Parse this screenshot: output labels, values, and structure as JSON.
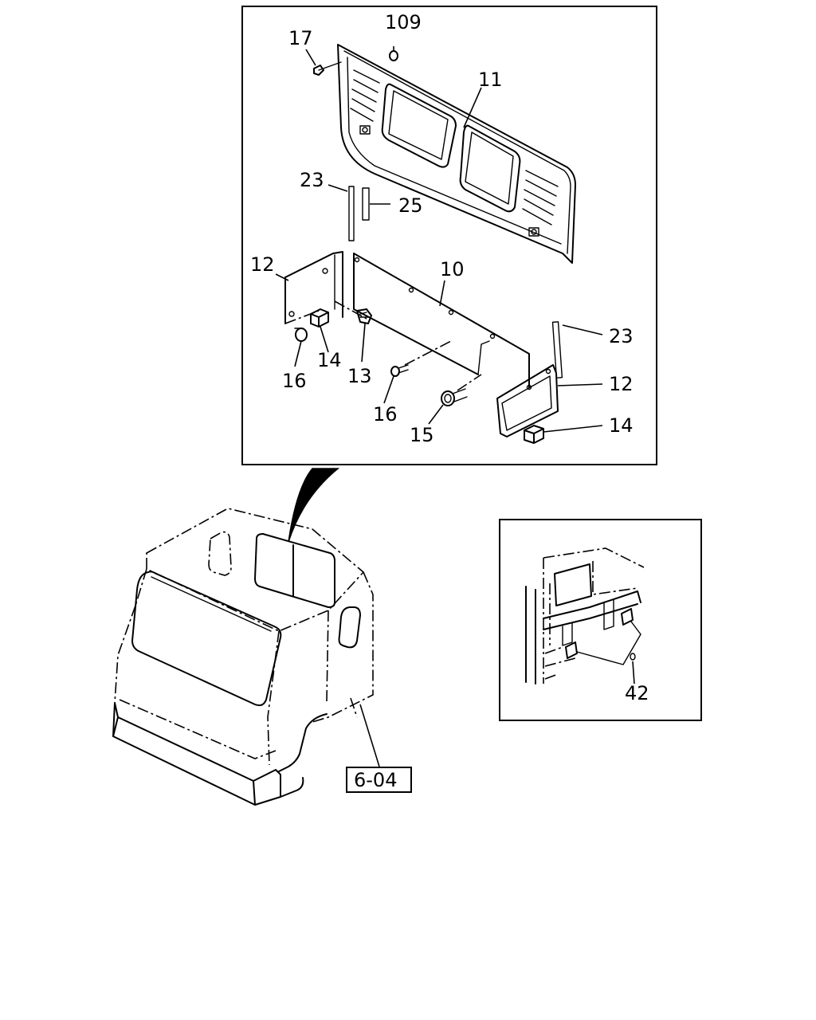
{
  "callouts": {
    "p109": "109",
    "p17": "17",
    "p11": "11",
    "p23a": "23",
    "p25": "25",
    "p12a": "12",
    "p10": "10",
    "p23b": "23",
    "p14a": "14",
    "p13": "13",
    "p16a": "16",
    "p16b": "16",
    "p15": "15",
    "p12b": "12",
    "p14b": "14",
    "p42": "42"
  },
  "reference_box": "6-04"
}
